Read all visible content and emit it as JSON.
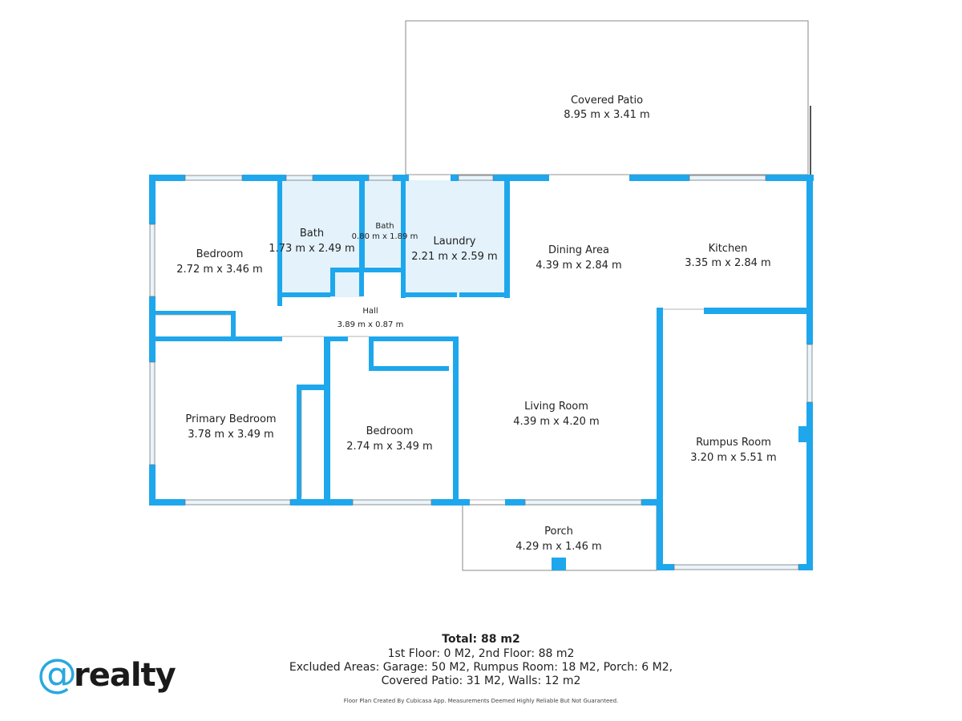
{
  "rooms": {
    "covered_patio": {
      "name": "Covered Patio",
      "dims": "8.95 m x 3.41 m"
    },
    "bedroom_nw": {
      "name": "Bedroom",
      "dims": "2.72 m x 3.46 m"
    },
    "bath": {
      "name": "Bath",
      "dims": "1.73 m x 2.49 m"
    },
    "bath_small": {
      "name": "Bath",
      "dims": "0.80 m x 1.89 m"
    },
    "laundry": {
      "name": "Laundry",
      "dims": "2.21 m x 2.59 m"
    },
    "dining": {
      "name": "Dining Area",
      "dims": "4.39 m x 2.84 m"
    },
    "kitchen": {
      "name": "Kitchen",
      "dims": "3.35 m x 2.84 m"
    },
    "hall": {
      "name": "Hall",
      "dims": "3.89 m x 0.87 m"
    },
    "primary_bedroom": {
      "name": "Primary Bedroom",
      "dims": "3.78 m x 3.49 m"
    },
    "bedroom_mid": {
      "name": "Bedroom",
      "dims": "2.74 m x 3.49 m"
    },
    "living": {
      "name": "Living Room",
      "dims": "4.39 m x 4.20 m"
    },
    "rumpus": {
      "name": "Rumpus Room",
      "dims": "3.20 m x 5.51 m"
    },
    "porch": {
      "name": "Porch",
      "dims": "4.29 m x 1.46 m"
    }
  },
  "summary": {
    "total": "Total: 88 m2",
    "line1": "1st Floor: 0 M2, 2nd Floor: 88 m2",
    "line2": "Excluded Areas: Garage: 50 M2, Rumpus Room: 18 M2, Porch: 6 M2,",
    "line3": "Covered Patio: 31 M2, Walls: 12 m2",
    "credit": "Floor Plan Created By Cubicasa App. Measurements Deemed Highly Reliable But Not Guaranteed."
  },
  "logo": {
    "at": "@",
    "word": "realty"
  },
  "colors": {
    "wall": "#1ea7ec",
    "wet_area": "#e3f2fb",
    "outline": "#7a7a7a",
    "window": "#e9f4fb"
  }
}
